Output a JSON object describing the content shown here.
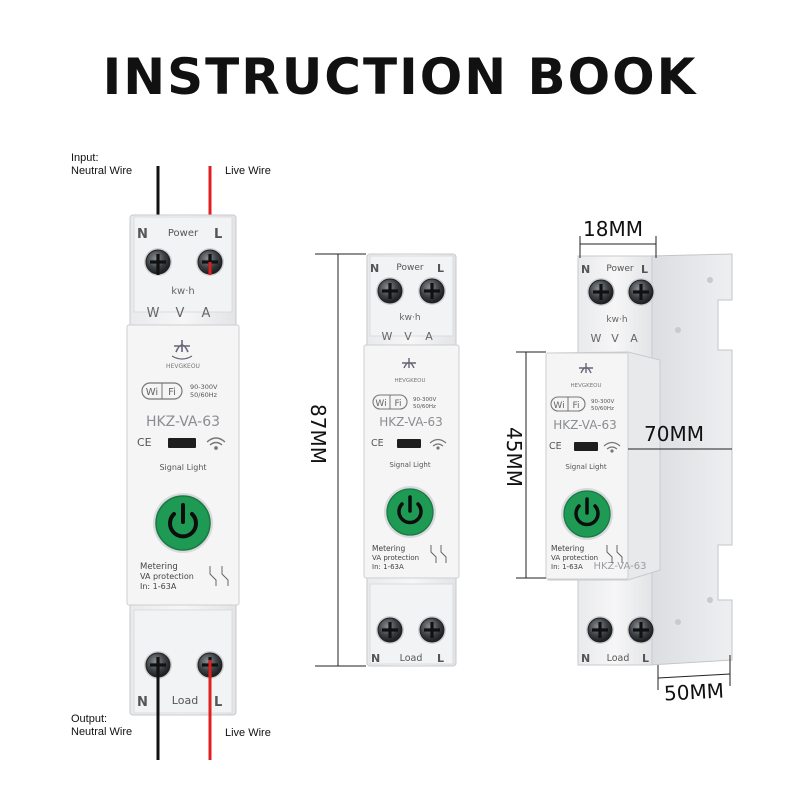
{
  "title": "INSTRUCTION BOOK",
  "wires": {
    "input_label": "Input:",
    "input_neutral": "Neutral Wire",
    "input_live": "Live Wire",
    "output_label": "Output:",
    "output_neutral": "Neutral Wire",
    "output_live": "Live Wire",
    "live_color": "#e02020",
    "neutral_color": "#111111"
  },
  "device": {
    "top_n": "N",
    "top_power": "Power",
    "top_l": "L",
    "kwh": "kw·h",
    "w": "W",
    "v": "V",
    "a": "A",
    "brand": "HEVGKEOU",
    "wifi_wi": "Wi",
    "wifi_fi": "Fi",
    "voltage": "90-300V",
    "freq": "50/60Hz",
    "model": "HKZ-VA-63",
    "ce": "CE",
    "signal_light": "Signal Light",
    "metering": "Metering",
    "va_protection": "VA protection",
    "range": "In: 1-63A",
    "bottom_n": "N",
    "bottom_load": "Load",
    "bottom_l": "L",
    "button_color": "#1f9a55"
  },
  "dimensions": {
    "height": "87MM",
    "width": "18MM",
    "depth": "70MM",
    "front_height": "45MM",
    "base": "50MM"
  }
}
